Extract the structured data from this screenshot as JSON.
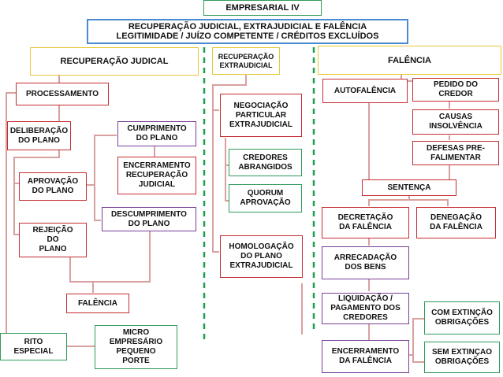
{
  "header": {
    "title": "EMPRESARIAL IV",
    "subtitle_line1": "RECUPERAÇÃO JUDICIAL, EXTRAJUDICIAL E FALÊNCIA",
    "subtitle_line2": "LEGITIMIDADE /  JUÍZO  COMPETENTE / CRÉDITOS  EXCLUÍDOS"
  },
  "judicial": {
    "heading": "RECUPERAÇÃO JUDICAL",
    "processamento": "PROCESSAMENTO",
    "deliberacao": "DELIBERAÇÃO\nDO PLANO",
    "aprovacao": "APROVAÇÃO\nDO PLANO",
    "rejeicao": "REJEIÇÃO\nDO\nPLANO",
    "cumprimento": "CUMPRIMENTO\nDO PLANO",
    "encerramento": "ENCERRAMENTO\nRECUPERAÇÃO\nJUDICIAL",
    "descumprimento": "DESCUMPRIMENTO\nDO PLANO",
    "falencia": "FALÊNCIA",
    "rito_especial": "RITO\nESPECIAL",
    "micro": "MICRO\nEMPRESÁRIO\nPEQUENO\nPORTE"
  },
  "extrajudicial": {
    "heading": "RECUPERAÇÃO\nEXTRAUDICIAL",
    "negociacao": "NEGOCIAÇÃO\nPARTICULAR\nEXTRAJUDICIAL",
    "credores": "CREDORES\nABRANGIDOS",
    "quorum": "QUORUM\nAPROVAÇÃO",
    "homologacao": "HOMOLOGAÇÃO\nDO PLANO\nEXTRAJUDICIAL"
  },
  "falencia": {
    "heading": "FALÊNCIA",
    "autofalencia": "AUTOFALÊNCIA",
    "pedido": "PEDIDO DO\nCREDOR",
    "causas": "CAUSAS\nINSOLVÊNCIA",
    "defesas": "DEFESAS PRE-\nFALIMENTAR",
    "sentenca": "SENTENÇA",
    "decretacao": "DECRETAÇÃO\nDA FALÊNCIA",
    "denegacao": "DENEGAÇÃO\nDA FALÊNCIA",
    "arrecadacao": "ARRECADAÇÃO\nDOS BENS",
    "liquidacao": "LIQUIDAÇÃO /\nPAGAMENTO DOS\nCREDORES",
    "encerramento": "ENCERRAMENTO\nDA FALÊNCIA",
    "com_extincao": "COM EXTINÇÃO\nOBRIGAÇÕES",
    "sem_extincao": "SEM EXTINÇAO\nOBRIGAÇÕES"
  }
}
